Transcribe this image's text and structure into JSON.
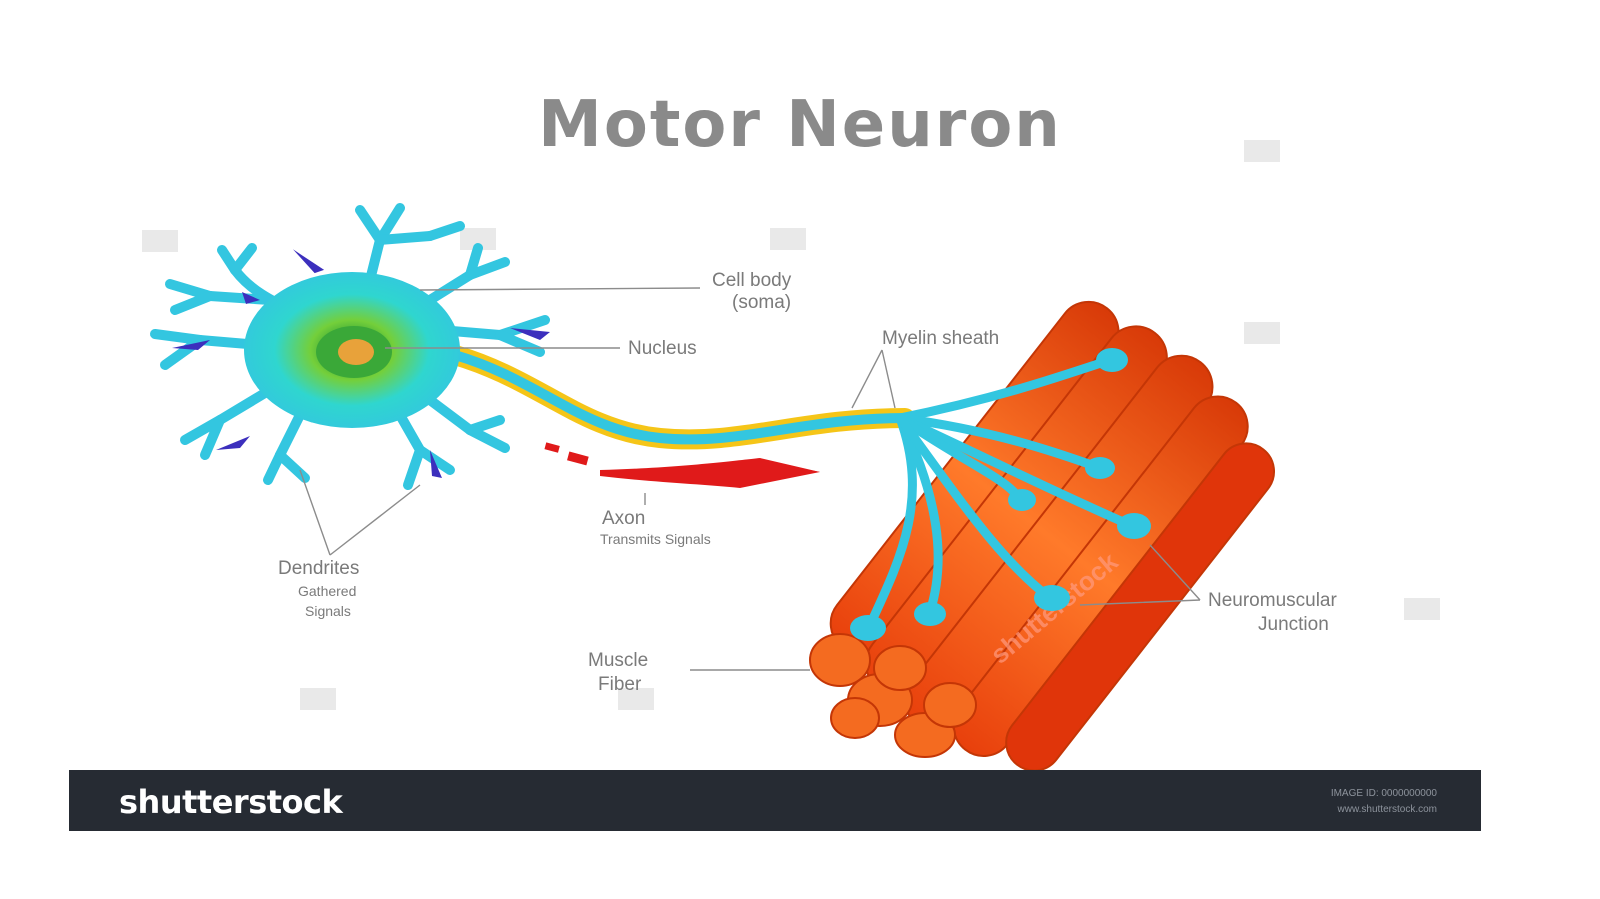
{
  "diagram": {
    "title": "Motor Neuron",
    "labels": {
      "cell_body": "Cell body",
      "cell_body_sub": "(soma)",
      "nucleus": "Nucleus",
      "myelin_sheath": "Myelin sheath",
      "axon": "Axon",
      "axon_sub": "Transmits Signals",
      "dendrites": "Dendrites",
      "dendrites_sub_1": "Gathered",
      "dendrites_sub_2": "Signals",
      "muscle_fiber_1": "Muscle",
      "muscle_fiber_2": "Fiber",
      "nmj_1": "Neuromuscular",
      "nmj_2": "Junction"
    },
    "watermark_text": "shutterstock"
  },
  "footer": {
    "brand": "shutterstock",
    "fine_line_1": "IMAGE ID: 0000000000",
    "fine_line_2": "www.shutterstock.com"
  },
  "colors": {
    "neuron": "#33c6e0",
    "myelin": "#f5c518",
    "muscle": "#f05a14",
    "signal_arrow": "#e01a1a",
    "footer_bg": "#262b33"
  }
}
